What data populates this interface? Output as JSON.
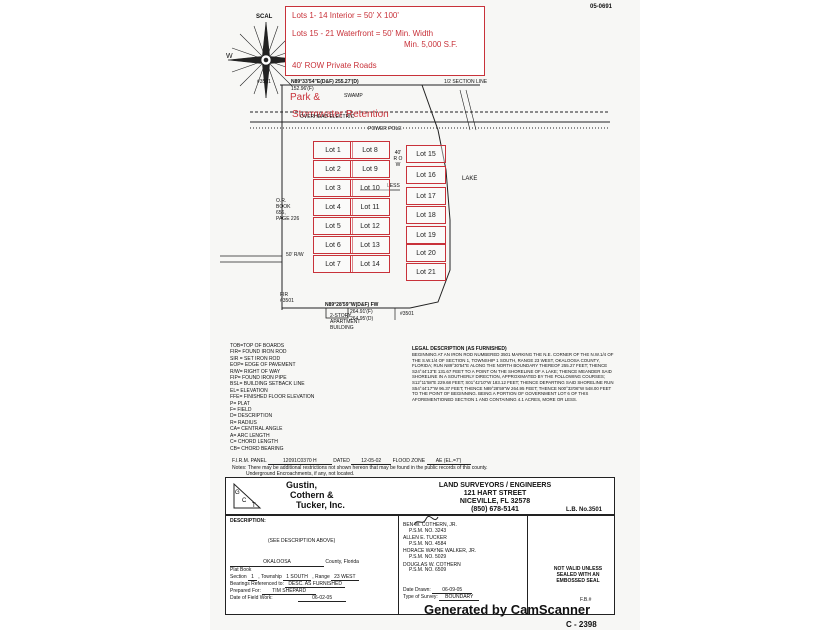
{
  "header": {
    "job_no": "05-0691",
    "scale_prefix": "SCAL"
  },
  "notes": {
    "line1": "Lots 1- 14 Interior = 50' X 100'",
    "line2": "Lots 15 - 21 Waterfront = 50' Min. Width",
    "line3": "Min. 5,000 S.F.",
    "line4": "40' ROW Private Roads"
  },
  "map": {
    "park_label": "Park &",
    "retention_label": "Stormwater Retention",
    "lake_label": "LAKE",
    "row_label": "40' R O W",
    "north_bearing": "N89°33'54\"E(D&F)  255.27'(D)",
    "north_dims": "152.96'(F)",
    "section_line": "1/2 SECTION LINE",
    "swamp": "SWAMP",
    "power_pole": "POWER POLE",
    "overhead": "OVERHEAD ELECTRIC",
    "corner_left": "#3501",
    "corner_left_bottom": "FIR #3501",
    "corner_right_bottom": "#3501",
    "south_bearing": "N89°28'59\"W(D&F) FW",
    "south_dims1": "264.91'(F)",
    "south_dims2": "264.95'(D)",
    "apartment": "2-STORY APARTMENT BUILDING",
    "row_left": "50' R/W",
    "less": "LESS",
    "or_book": "O.R. BOOK 656, PAGE 226"
  },
  "lots": [
    {
      "id": "lot-1",
      "label": "Lot 1"
    },
    {
      "id": "lot-2",
      "label": "Lot 2"
    },
    {
      "id": "lot-3",
      "label": "Lot 3"
    },
    {
      "id": "lot-4",
      "label": "Lot 4"
    },
    {
      "id": "lot-5",
      "label": "Lot 5"
    },
    {
      "id": "lot-6",
      "label": "Lot 6"
    },
    {
      "id": "lot-7",
      "label": "Lot 7"
    },
    {
      "id": "lot-8",
      "label": "Lot 8"
    },
    {
      "id": "lot-9",
      "label": "Lot 9"
    },
    {
      "id": "lot-10",
      "label": "Lot 10"
    },
    {
      "id": "lot-11",
      "label": "Lot 11"
    },
    {
      "id": "lot-12",
      "label": "Lot 12"
    },
    {
      "id": "lot-13",
      "label": "Lot 13"
    },
    {
      "id": "lot-14",
      "label": "Lot 14"
    },
    {
      "id": "lot-15",
      "label": "Lot 15"
    },
    {
      "id": "lot-16",
      "label": "Lot 16"
    },
    {
      "id": "lot-17",
      "label": "Lot 17"
    },
    {
      "id": "lot-18",
      "label": "Lot 18"
    },
    {
      "id": "lot-19",
      "label": "Lot 19"
    },
    {
      "id": "lot-20",
      "label": "Lot 20"
    },
    {
      "id": "lot-21",
      "label": "Lot 21"
    }
  ],
  "legend": [
    "TOB=TOP OF BOARDS",
    "FIR= FOUND IRON ROD",
    "SIR = SET IRON ROD",
    "EOP= EDGE OF PAVEMENT",
    "R/W= RIGHT OF WAY",
    "FIP= FOUND IRON PIPE",
    "BSL= BUILDING SETBACK LINE",
    "EL= ELEVATION",
    "FFE= FINISHED FLOOR ELEVATION",
    "P= PLAT",
    "F= FIELD",
    "D= DESCRIPTION",
    "R= RADIUS",
    "CA= CENTRAL ANGLE",
    "A= ARC LENGTH",
    "C= CHORD LENGTH",
    "CB= CHORD BEARING"
  ],
  "legal": {
    "title": "LEGAL DESCRIPTION (AS FURNISHED)",
    "body": "BEGINNING AT AN IRON ROD NUMBERED 3501 MARKING THE N.E. CORNER OF THE N.W.1/4 OF THE S.W.1/4 OF SECTION 1, TOWNSHIP 1 SOUTH, RANGE 23 WEST, OKALOOSA COUNTY, FLORIDA; RUN N89°30'54\"E ALONG THE NORTH BOUNDARY THEREOF 255.27 FEET; THENCE S24°44'13\"E 131.67 FEET TO A POINT ON THE SHORELINE OF A LAKE; THENCE MEANDER SAID SHORELINE IN A SOUTHERLY DIRECTION, APPROXIMATED BY THE FOLLOWING COURSES; S12°11'58\"E 229.68 FEET; S01°42'10\"W 183.12 FEET; THENCE DEPARTING SAID SHORELINE RUN S54°44'17\"W 96.37 FEET; THENCE N89°28'59\"W 264.95 FEET; THENCE N00°33'06\"W 548.00 FEET TO THE POINT OF BEGINNING. BEING A PORTION OF GOVERNMENT LOT 6 OF THIS AFOREMENTIONED SECTION 1 AND CONTAINING 4.1 ACRES, MORE OR LESS."
  },
  "firm": {
    "panel_label": "F.I.R.M. PANEL",
    "panel": "12091C0370 H",
    "dated_label": "DATED",
    "dated": "12-05-02",
    "zone_label": "FLOOD ZONE",
    "zone": "AE (EL.=7')",
    "notes_label": "Notes:",
    "note1": "There may be additional restrictions not shown hereon that may be found in the public records of this county.",
    "note2": "Underground Encroachments, if any, not located."
  },
  "title_block": {
    "firm1": "Gustin,",
    "firm2": "Cothern &",
    "firm3": "Tucker, Inc.",
    "logo_g": "G",
    "logo_c": "C",
    "logo_t": "T",
    "company": "LAND SURVEYORS / ENGINEERS",
    "street": "121 HART STREET",
    "city": "NICEVILLE, FL  32578",
    "phone": "(850) 678-5141",
    "lb": "L.B. No.3501",
    "description_label": "DESCRIPTION:",
    "see_desc": "(SEE DESCRIPTION ABOVE)",
    "county": "OKALOOSA",
    "county_label": "County, Florida",
    "plat_book": "Plat Book",
    "section_label": "Section",
    "section": "1",
    "township_label": "Township",
    "township": "1 SOUTH",
    "range_label": "Range",
    "range": "23 WEST",
    "bearings_label": "Bearings Referenced to:",
    "bearings": "DESC. AS FURNISHED",
    "prepared_label": "Prepared For:",
    "prepared": "TIM SHEPARD",
    "fieldwork_label": "Date of Field Work:",
    "fieldwork": "06-02-05",
    "s1a": "BEN W. COTHERN, JR.",
    "s1b": "P.S.M. NO. 3243",
    "s2a": "ALLEN E. TUCKER",
    "s2b": "P.S.M. NO. 4584",
    "s3a": "HORACE WAYNE WALKER, JR.",
    "s3b": "P.S.M. NO. 5029",
    "s4a": "DOUGLAS W. COTHERN",
    "s4b": "P.S.M. NO. 6509",
    "drawn_label": "Date Drawn:",
    "drawn": "06-09-05",
    "type_label": "Type of Survey:",
    "type": "BOUNDARY",
    "valid1": "NOT VALID UNLESS",
    "valid2": "SEALED WITH AN",
    "valid3": "EMBOSSED SEAL",
    "fb": "F.B.#",
    "drawing_no": "C - 2398"
  },
  "watermark": "Generated by CamScanner"
}
